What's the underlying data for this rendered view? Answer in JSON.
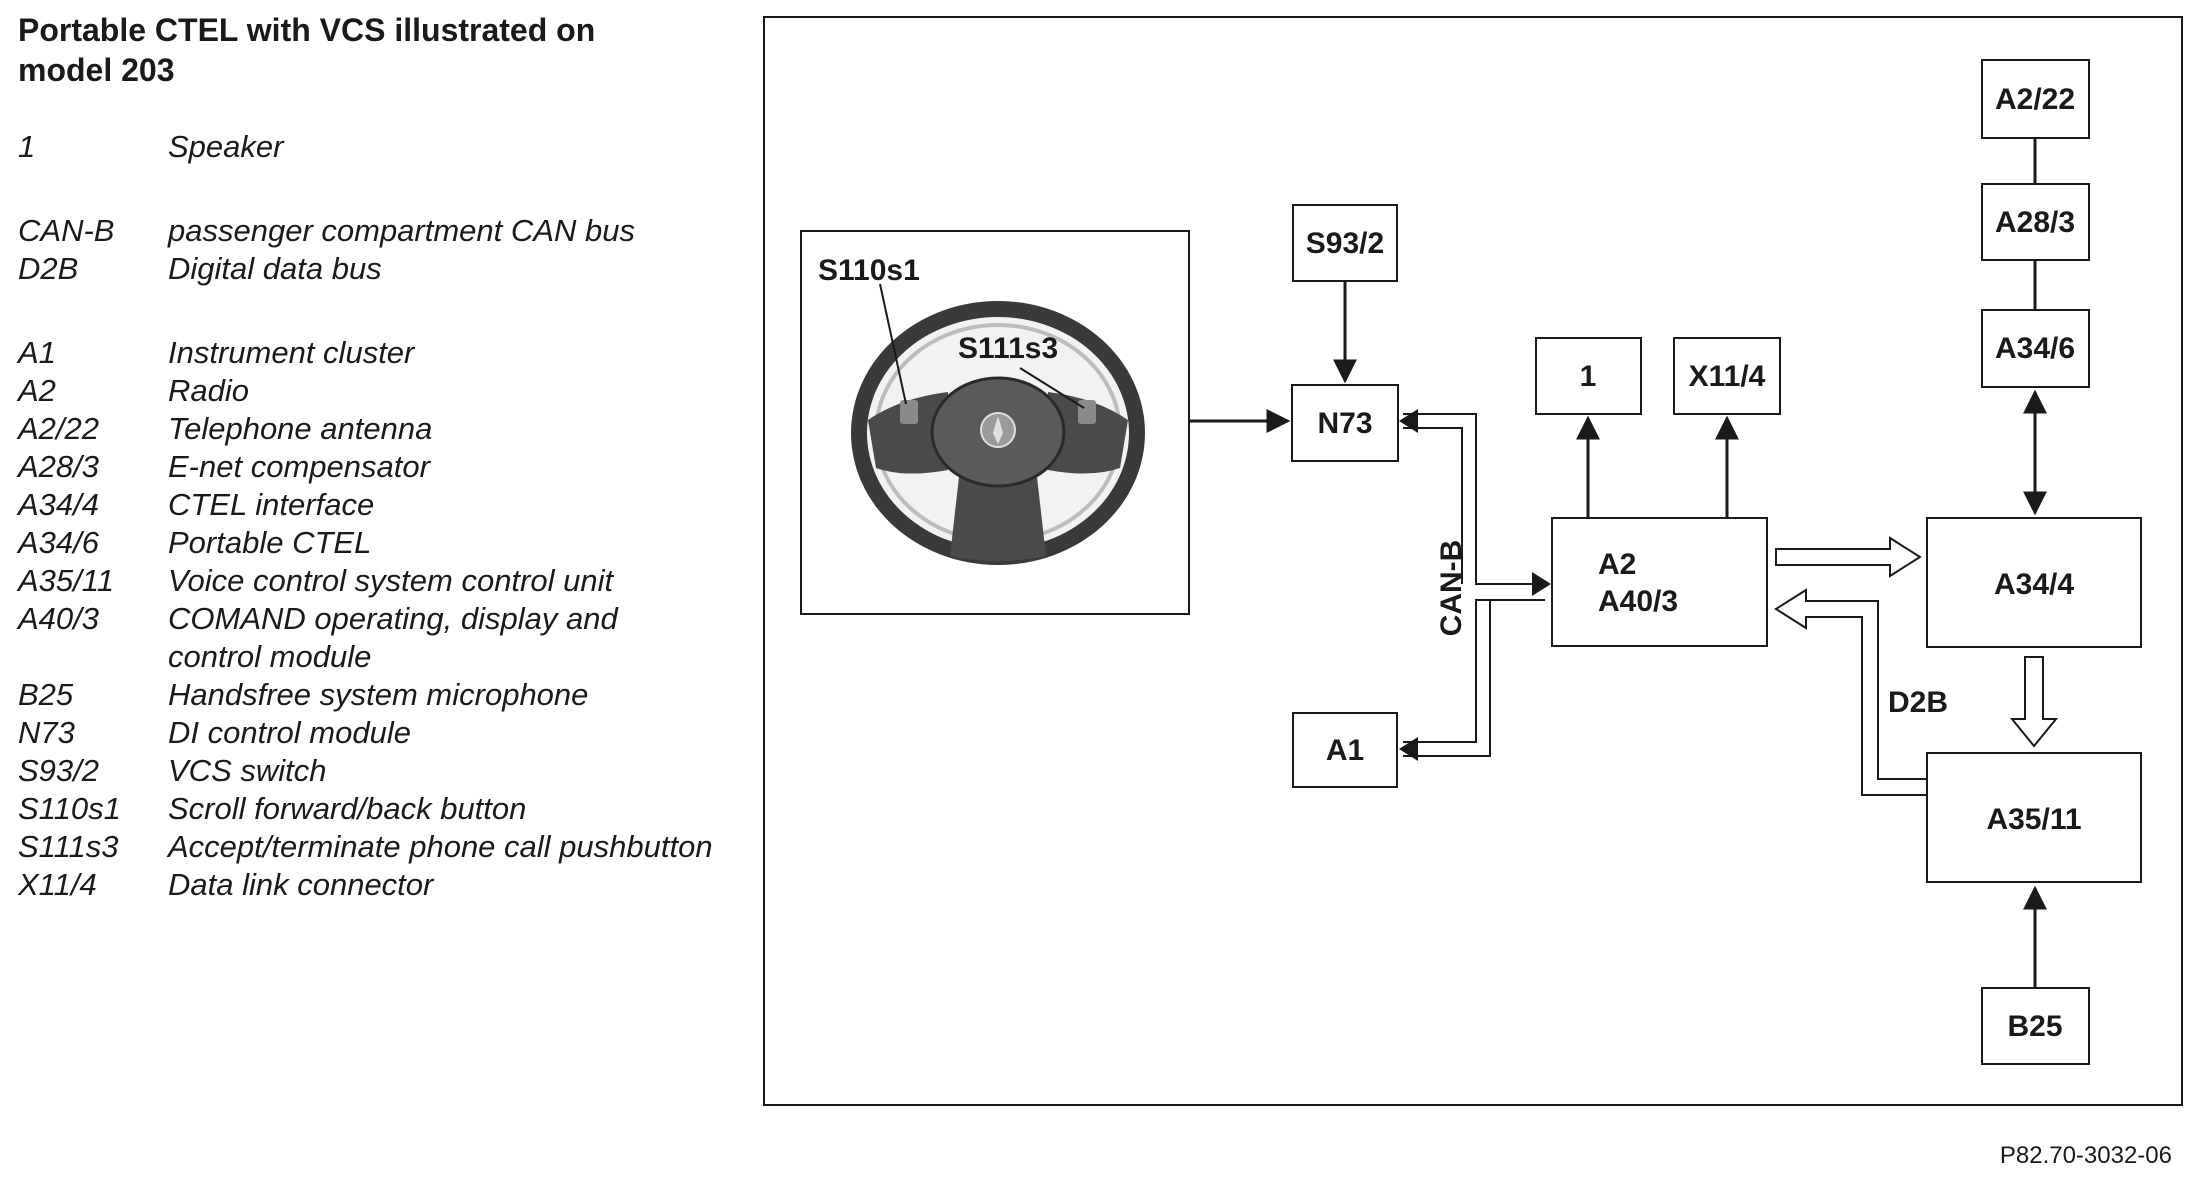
{
  "title": "Portable CTEL with VCS illustrated on model 203",
  "legend": [
    {
      "code": "1",
      "desc": "Speaker"
    },
    {
      "code": "CAN-B",
      "desc": "passenger compartment CAN bus"
    },
    {
      "code": "D2B",
      "desc": "Digital data bus"
    },
    {
      "code": "A1",
      "desc": "Instrument cluster"
    },
    {
      "code": "A2",
      "desc": "Radio"
    },
    {
      "code": "A2/22",
      "desc": "Telephone antenna"
    },
    {
      "code": "A28/3",
      "desc": "E-net compensator"
    },
    {
      "code": "A34/4",
      "desc": "CTEL interface"
    },
    {
      "code": "A34/6",
      "desc": "Portable CTEL"
    },
    {
      "code": "A35/11",
      "desc": "Voice control system control unit"
    },
    {
      "code": "A40/3",
      "desc": "COMAND operating, display and control module"
    },
    {
      "code": "B25",
      "desc": "Handsfree system microphone"
    },
    {
      "code": "N73",
      "desc": "DI control module"
    },
    {
      "code": "S93/2",
      "desc": "VCS switch"
    },
    {
      "code": "S110s1",
      "desc": "Scroll forward/back button"
    },
    {
      "code": "S111s3",
      "desc": "Accept/terminate phone call pushbutton"
    },
    {
      "code": "X11/4",
      "desc": "Data link connector"
    }
  ],
  "diagram": {
    "boxes": {
      "s93_2": "S93/2",
      "n73": "N73",
      "a1": "A1",
      "speaker": "1",
      "x11_4": "X11/4",
      "a2_line1": "A2",
      "a2_line2": "A40/3",
      "a2_22": "A2/22",
      "a28_3": "A28/3",
      "a34_6": "A34/6",
      "a34_4": "A34/4",
      "a35_11": "A35/11",
      "b25": "B25"
    },
    "steering_labels": {
      "s110s1": "S110s1",
      "s111s3": "S111s3"
    },
    "bus_labels": {
      "can_b": "CAN-B",
      "d2b": "D2B"
    }
  },
  "figure_id": "P82.70-3032-06"
}
